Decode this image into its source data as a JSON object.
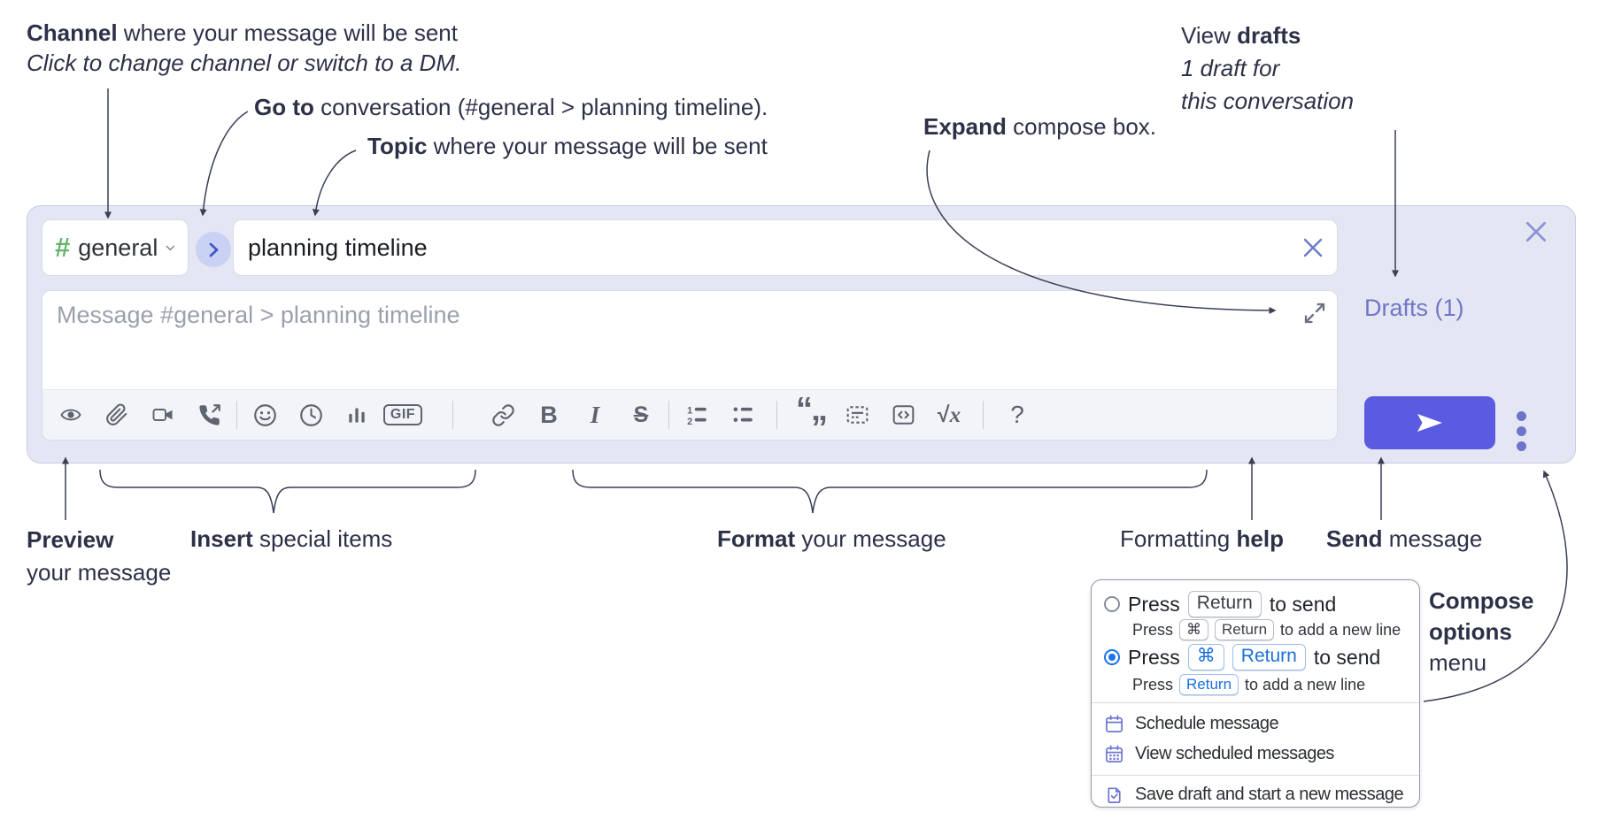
{
  "colors": {
    "accent_send": "#5a5be0",
    "drafts_link": "#6f77c5",
    "panel_bg": "#e4e6f4",
    "hash_green": "#65b56f",
    "radio_selected": "#1a73e8",
    "keycap_blue": "#1b6fd8",
    "menu_icon_purple": "#7077d2",
    "annotation_ink": "#2d3147"
  },
  "annotations": {
    "channel": {
      "bold": "Channel",
      "rest": " where your message will be sent",
      "line2": "Click to change channel or switch to a DM."
    },
    "goto": {
      "bold": "Go to",
      "rest": " conversation (#general > planning timeline)."
    },
    "topic": {
      "bold": "Topic",
      "rest": " where your message will be sent"
    },
    "expand": {
      "bold": "Expand",
      "rest": " compose box."
    },
    "drafts": {
      "pre": "View ",
      "bold": "drafts",
      "line2": "1 draft for",
      "line3": "this conversation"
    },
    "preview": {
      "bold": "Preview",
      "line2": "your message"
    },
    "insert": {
      "bold": "Insert",
      "rest": " special items"
    },
    "format": {
      "bold": "Format",
      "rest": " your message"
    },
    "help": {
      "pre": "Formatting ",
      "bold": "help"
    },
    "send": {
      "bold": "Send",
      "rest": " message"
    },
    "compose_menu": {
      "line1": "Compose",
      "line2": "options",
      "line3": "menu"
    }
  },
  "compose_box": {
    "channel_hash": "#",
    "channel_name": "general",
    "topic_value": "planning timeline",
    "message_placeholder": "Message #general > planning timeline",
    "drafts_label": "Drafts (1)",
    "toolbar": {
      "gif_label": "GIF",
      "bold_label": "B",
      "italic_label": "I",
      "strike_label": "S",
      "quote_label": "“„",
      "math_sqrt": "√",
      "math_x": "x",
      "help_label": "?"
    },
    "icons": [
      "preview-eye",
      "attach-paperclip",
      "start-video-call",
      "start-audio-call",
      "add-emoji",
      "add-global-time",
      "add-poll",
      "add-gif",
      "link",
      "bold",
      "italic",
      "strikethrough",
      "numbered-list",
      "bulleted-list",
      "quote",
      "spoiler",
      "code",
      "math",
      "message-formatting-help"
    ]
  },
  "options_menu": {
    "option_enter_send": {
      "selected": false,
      "press": "Press",
      "keys": [
        "Return"
      ],
      "after": "to send",
      "sub": {
        "press": "Press",
        "keys": [
          "⌘",
          "Return"
        ],
        "after": "to add a new line"
      }
    },
    "option_cmd_enter_send": {
      "selected": true,
      "press": "Press",
      "keys": [
        "⌘",
        "Return"
      ],
      "after": "to send",
      "sub": {
        "press": "Press",
        "keys": [
          "Return"
        ],
        "after": "to add a new line"
      }
    },
    "items": [
      {
        "icon": "calendar-icon",
        "label": "Schedule message"
      },
      {
        "icon": "calendar-grid-icon",
        "label": "View scheduled messages"
      },
      {
        "icon": "save-draft-icon",
        "label": "Save draft and start a new message"
      }
    ]
  }
}
